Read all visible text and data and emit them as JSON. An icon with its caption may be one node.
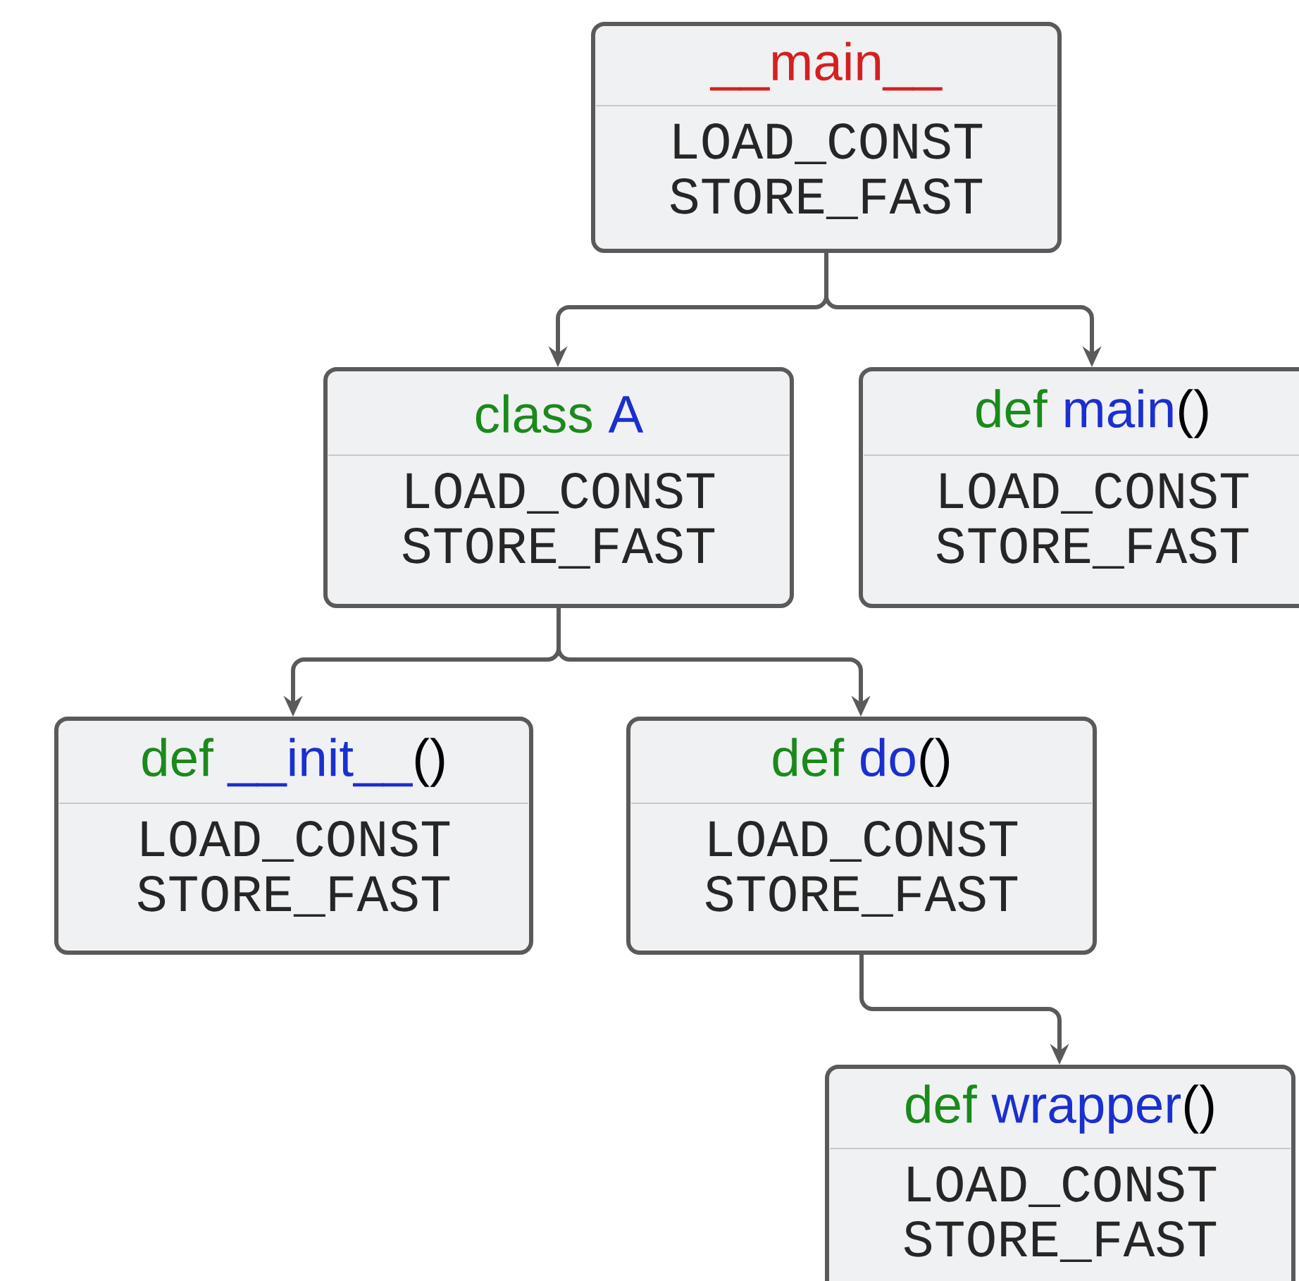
{
  "diagram": {
    "nodes": [
      {
        "text": [
          "__main__",
          "LOAD_CONST",
          "STORE_FAST"
        ]
      },
      {
        "text": [
          "class",
          "A",
          "LOAD_CONST",
          "STORE_FAST"
        ]
      },
      {
        "text": [
          "def",
          "main",
          "()",
          "LOAD_CONST",
          "STORE_FAST"
        ]
      },
      {
        "text": [
          "def",
          "__init__",
          "()",
          "LOAD_CONST",
          "STORE_FAST"
        ]
      },
      {
        "text": [
          "def",
          "do",
          "()",
          "LOAD_CONST",
          "STORE_FAST"
        ]
      },
      {
        "text": [
          "def",
          "wrapper",
          "()",
          "LOAD_CONST",
          "STORE_FAST"
        ]
      }
    ],
    "edges": [
      {
        "from": 0,
        "to": 1,
        "arrow": "to"
      },
      {
        "from": 0,
        "to": 2,
        "arrow": "to"
      },
      {
        "from": 1,
        "to": 3,
        "arrow": "to"
      },
      {
        "from": 1,
        "to": 4,
        "arrow": "to"
      },
      {
        "from": 4,
        "to": 5,
        "arrow": "to"
      }
    ]
  }
}
